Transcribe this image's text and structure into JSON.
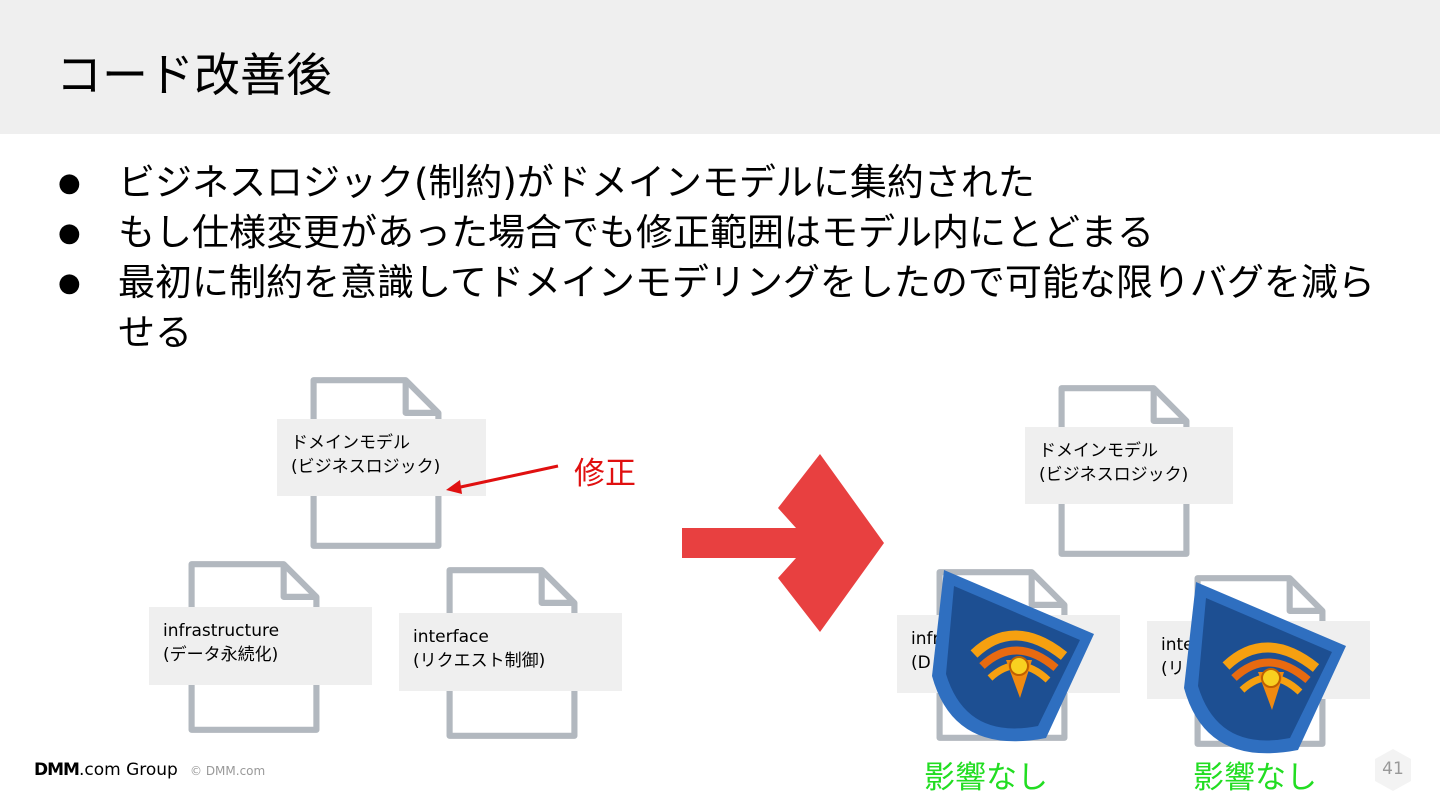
{
  "slide": {
    "title": "コード改善後",
    "bullets": [
      "ビジネスロジック(制約)がドメインモデルに集約された",
      "もし仕様変更があった場合でも修正範囲はモデル内にとどまる",
      "最初に制約を意識してドメインモデリングをしたので可能な限りバグを減らせる"
    ]
  },
  "diagram": {
    "before": {
      "domain_label_1": "ドメインモデル",
      "domain_label_2": "(ビジネスロジック)",
      "infra_label_1": "infrastructure",
      "infra_label_2": "(データ永続化)",
      "interface_label_1": "interface",
      "interface_label_2": "(リクエスト制御)",
      "fix_note": "修正"
    },
    "after": {
      "domain_label_1": "ドメインモデル",
      "domain_label_2": "(ビジネスロジック)",
      "infra_label_1": "infr",
      "infra_label_2": "(D",
      "interface_label_1": "inte",
      "interface_label_2": "(リ",
      "no_impact_1": "影響なし",
      "no_impact_2": "影響なし"
    },
    "colors": {
      "arrow": "#e84040",
      "fix": "#e01010",
      "no_impact": "#22dd22",
      "shield": "#1f4f96"
    }
  },
  "footer": {
    "logo_brand": "DMM",
    "logo_suffix": ".com Group",
    "copyright": "© DMM.com",
    "page_number": "41"
  }
}
